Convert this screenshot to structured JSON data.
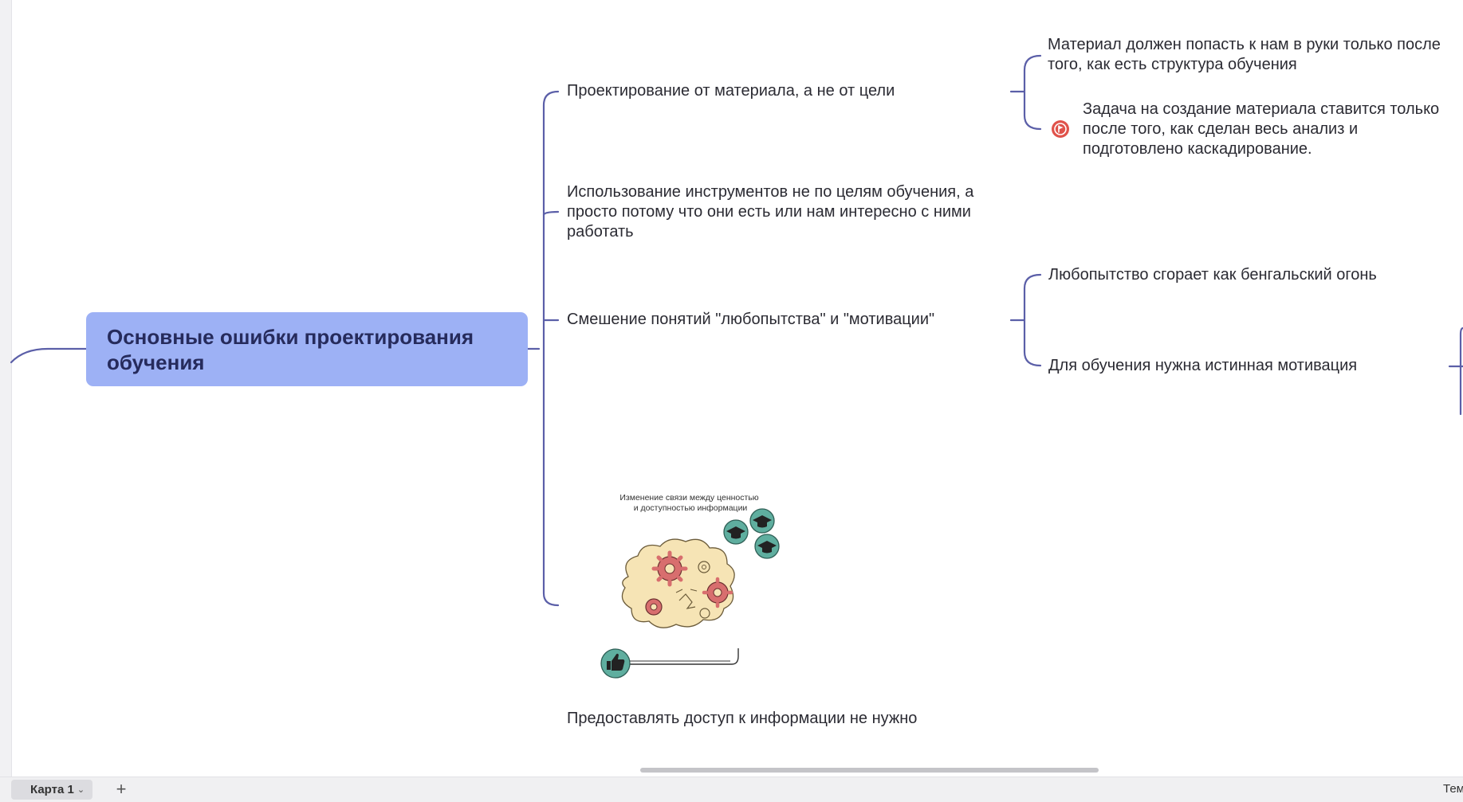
{
  "root_topic": "Основные ошибки проектирования обучения",
  "branches": [
    {
      "label": "Проектирование от материала, а не от цели",
      "children": [
        "Материал должен попасть к нам в руки только после того, как есть структура обучения",
        "Задача на создание материала ставится только после того, как сделан весь анализ и подготовлено каскадирование."
      ]
    },
    {
      "label": "Использование инструментов не по целям обучения, а просто потому что они есть или нам интересно с ними работать"
    },
    {
      "label": "Смешение понятий \"любопытства\" и \"мотивации\"",
      "children": [
        "Любопытство сгорает как бенгальский огонь",
        "Для обучения нужна истинная мотивация"
      ]
    },
    {
      "label": "Предоставлять доступ к информации не нужно",
      "image_caption": "Изменение связи между ценностью и доступностью информации"
    }
  ],
  "bottom_bar": {
    "sheet_tab": "Карта 1",
    "add_sheet": "+",
    "right_label": "Тем"
  },
  "colors": {
    "connector": "#5b5fa8",
    "root_fill": "#9db1f5",
    "root_text": "#262b5c",
    "flag": "#e0524a",
    "icon_teal": "#5fae9f"
  },
  "icons": [
    "flag-icon",
    "graduation-cap-icon",
    "thumbs-up-icon",
    "gear-icon",
    "chevron-down-icon"
  ]
}
